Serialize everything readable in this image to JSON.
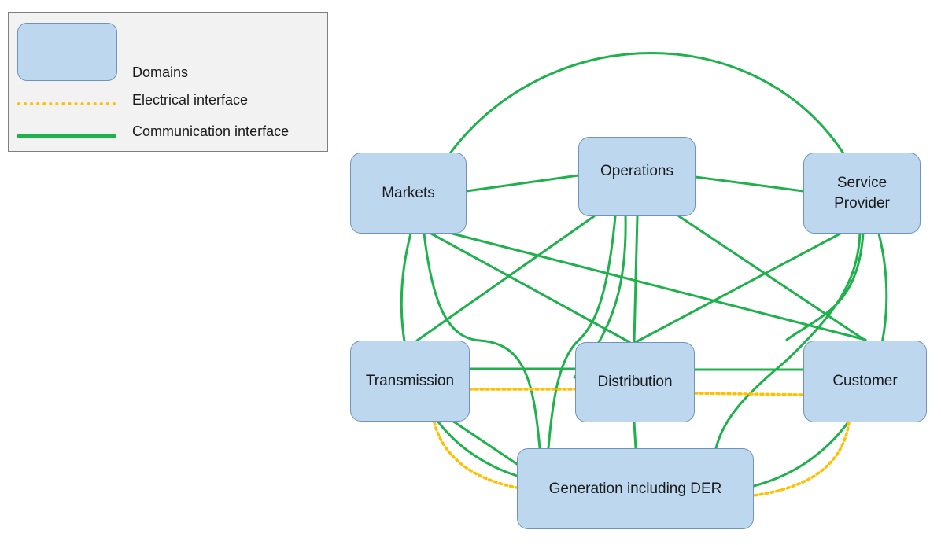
{
  "legend": {
    "domains_label": "Domains",
    "electrical_label": "Electrical interface",
    "communication_label": "Communication interface"
  },
  "domains": {
    "markets": "Markets",
    "operations": "Operations",
    "service_provider": "Service\nProvider",
    "transmission": "Transmission",
    "distribution": "Distribution",
    "customer": "Customer",
    "generation": "Generation including DER"
  },
  "colors": {
    "domain_fill": "#bdd7ee",
    "domain_border": "#6f93bd",
    "communication_interface": "#1fb14c",
    "electrical_interface": "#ffc000"
  }
}
